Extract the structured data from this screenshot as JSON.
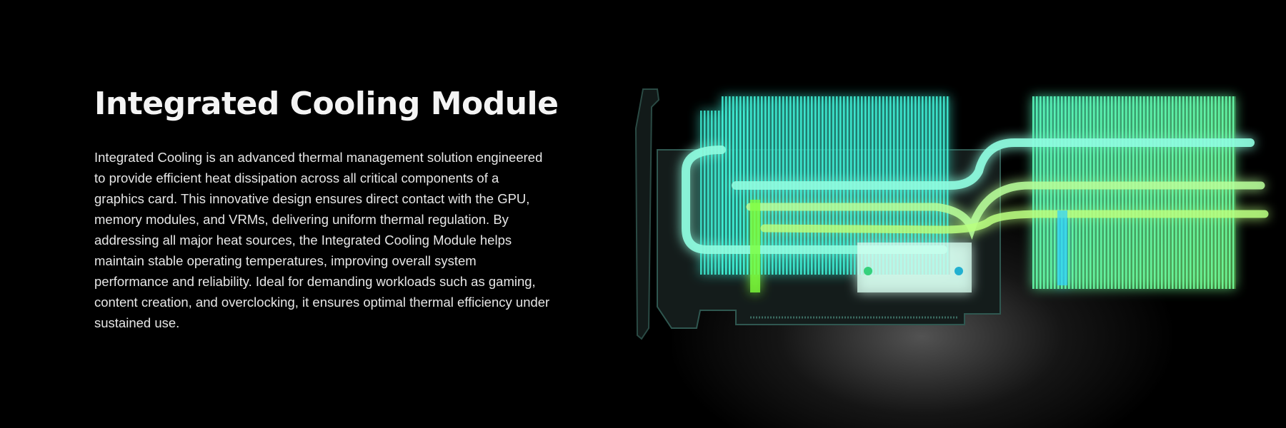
{
  "section": {
    "title": "Integrated Cooling Module",
    "description": "Integrated Cooling is an advanced thermal management solution engineered to provide efficient heat dissipation across all critical components of a graphics card. This innovative design ensures direct contact with the GPU, memory modules, and VRMs, delivering uniform thermal regulation. By addressing all major heat sources, the Integrated Cooling Module helps maintain stable operating temperatures, improving overall system performance and reliability. Ideal for demanding workloads such as gaming, content creation, and overclocking, it ensures optimal thermal efficiency under sustained use."
  },
  "visual": {
    "subject": "graphics-card-cooling-illustration",
    "colors": {
      "background": "#000000",
      "glow_cyan": "#2ff5d0",
      "glow_green": "#8cff3a",
      "pcb": "#1c2a28"
    }
  }
}
